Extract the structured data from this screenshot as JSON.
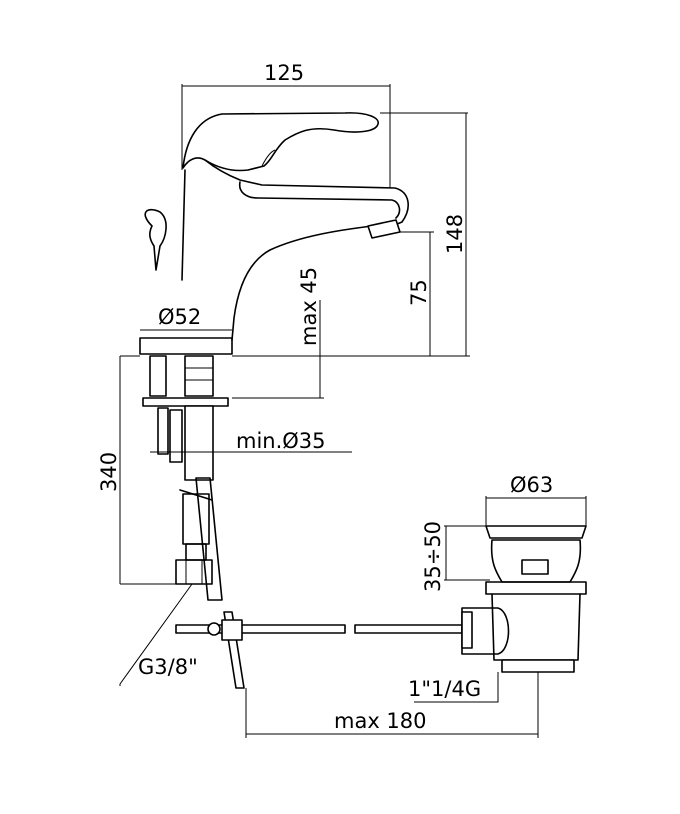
{
  "dimensions": {
    "width_top": "125",
    "height_total": "148",
    "spout_height": "75",
    "max_deck": "max 45",
    "base_diameter": "Ø52",
    "hole_diameter": "min.Ø35",
    "hose_length": "340",
    "connection": "G3/8\"",
    "waste_diameter": "Ø63",
    "waste_range": "35÷50",
    "waste_thread": "1\"1/4G",
    "rod_length": "max 180"
  }
}
